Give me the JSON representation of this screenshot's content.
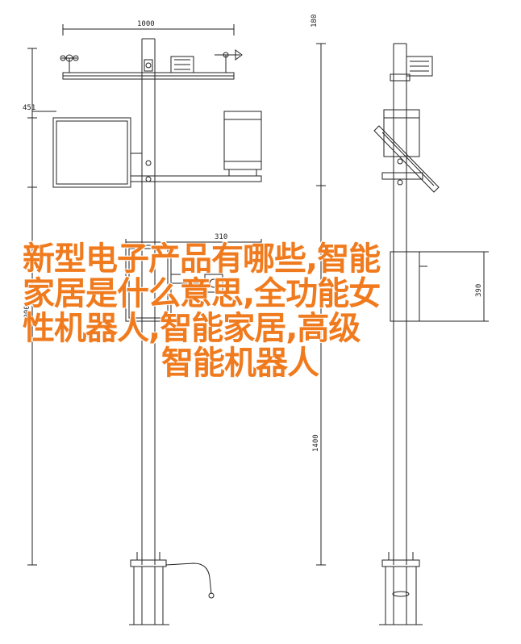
{
  "dimensions": {
    "left_width": "1000",
    "left_top_height": "180",
    "box_width": "451",
    "cabinet_width": "310",
    "side_box_height": "390",
    "total_height": "3000",
    "lower_height": "1400"
  },
  "title_overlay": {
    "line1": "新型电子产品有哪些,智能",
    "line2": "家居是什么意思,全功能女",
    "line3": "性机器人,智能家居,高级",
    "line4": "智能机器人"
  },
  "colors": {
    "overlay_text": "#f07b1e",
    "line": "#222222"
  }
}
